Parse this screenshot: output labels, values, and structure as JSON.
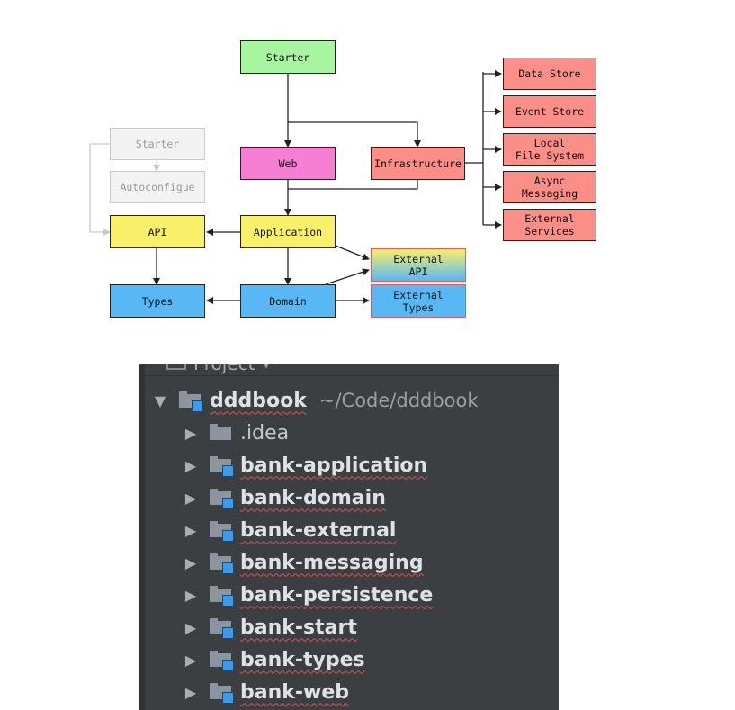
{
  "diagram": {
    "nodes": {
      "starter_top": "Starter",
      "web": "Web",
      "infrastructure": "Infrastructure",
      "starter_faded": "Starter",
      "autoconfigue": "Autoconfigue",
      "api": "API",
      "application": "Application",
      "types": "Types",
      "domain": "Domain",
      "external_api": "External\nAPI",
      "external_types": "External\nTypes",
      "data_store": "Data Store",
      "event_store": "Event Store",
      "local_fs": "Local\nFile System",
      "async_messaging": "Async\nMessaging",
      "external_services": "External\nServices"
    },
    "colors": {
      "green": "#a8f5a0",
      "pink": "#f57fd2",
      "salmon": "#fb8e86",
      "yellow": "#fbf06a",
      "blue": "#58b8f5",
      "gradient_top": "#fbf06a",
      "gradient_bottom": "#58b8f5",
      "external_border": "#e85a5a"
    }
  },
  "project_panel": {
    "header_label": "Project",
    "root": {
      "name": "dddbook",
      "path": "~/Code/dddbook"
    },
    "children": [
      {
        "name": ".idea",
        "module": false
      },
      {
        "name": "bank-application",
        "module": true
      },
      {
        "name": "bank-domain",
        "module": true
      },
      {
        "name": "bank-external",
        "module": true
      },
      {
        "name": "bank-messaging",
        "module": true
      },
      {
        "name": "bank-persistence",
        "module": true
      },
      {
        "name": "bank-start",
        "module": true
      },
      {
        "name": "bank-types",
        "module": true
      },
      {
        "name": "bank-web",
        "module": true
      }
    ],
    "colors": {
      "background": "#3c3f41",
      "module_badge": "#3d9be9",
      "folder": "#8c959e"
    }
  }
}
